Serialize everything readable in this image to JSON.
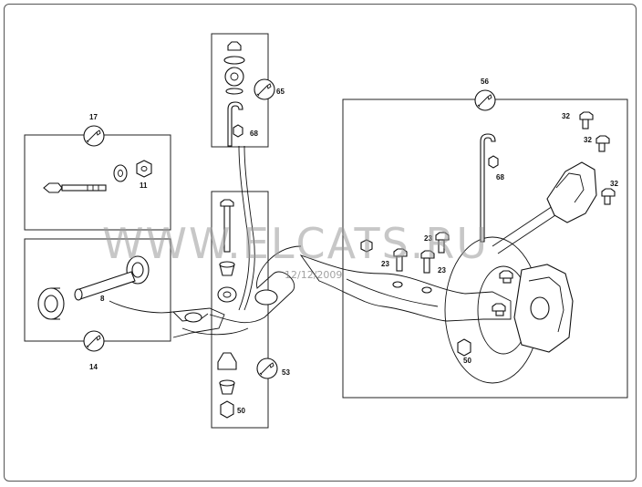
{
  "watermark": "WWW.ELCATS.RU",
  "date_stamp": "12/12/2009",
  "labels": {
    "l17": "17",
    "l11": "11",
    "l8": "8",
    "l14": "14",
    "l65": "65",
    "l68a": "68",
    "l53": "53",
    "l50a": "50",
    "l56": "56",
    "l32a": "32",
    "l32b": "32",
    "l32c": "32",
    "l68b": "68",
    "l23a": "23",
    "l23b": "23",
    "l23c": "23",
    "l50b": "50"
  },
  "icons": [
    "wrench-icon"
  ]
}
